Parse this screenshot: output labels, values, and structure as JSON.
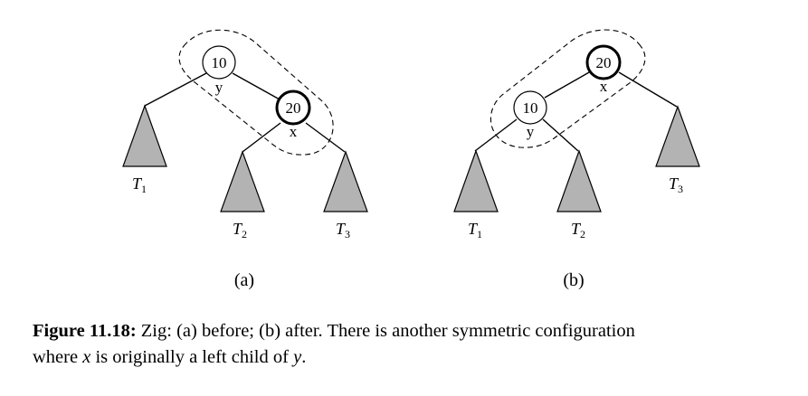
{
  "diagram": {
    "panel_a": {
      "label": "(a)",
      "root_value": "10",
      "root_tag": "y",
      "child_value": "20",
      "child_tag": "x",
      "subtrees": {
        "t1": {
          "letter": "T",
          "index": "1"
        },
        "t2": {
          "letter": "T",
          "index": "2"
        },
        "t3": {
          "letter": "T",
          "index": "3"
        }
      }
    },
    "panel_b": {
      "label": "(b)",
      "root_value": "20",
      "root_tag": "x",
      "child_value": "10",
      "child_tag": "y",
      "subtrees": {
        "t1": {
          "letter": "T",
          "index": "1"
        },
        "t2": {
          "letter": "T",
          "index": "2"
        },
        "t3": {
          "letter": "T",
          "index": "3"
        }
      }
    },
    "colors": {
      "subtree_fill": "#b3b3b3",
      "stroke": "#000000"
    }
  },
  "caption": {
    "heading": "Figure 11.18:",
    "text1": " Zig: (a) before; (b) after.  There is another symmetric configuration",
    "text2a": "where ",
    "var_x": "x",
    "text2b": " is originally a left child of ",
    "var_y": "y",
    "text2c": "."
  }
}
